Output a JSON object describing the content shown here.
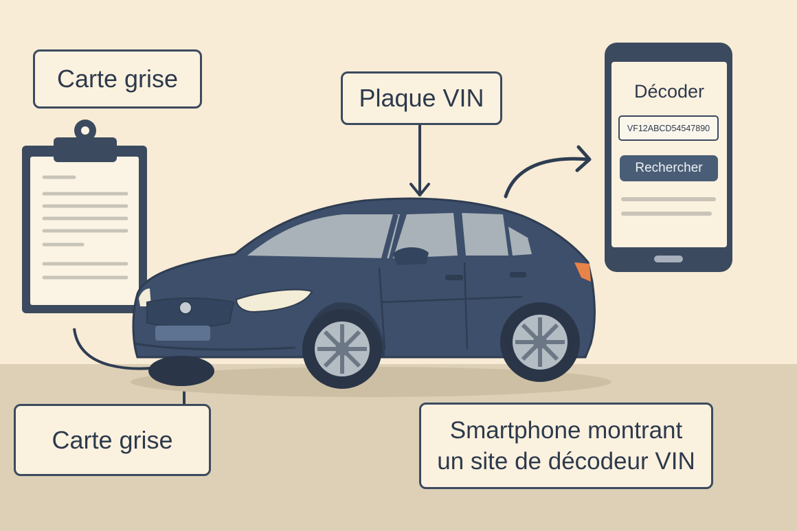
{
  "labels": {
    "carte_grise_top": "Carte grise",
    "plaque_vin": "Plaque VIN",
    "carte_grise_bottom": "Carte grise",
    "smartphone_line1": "Smartphone montrant",
    "smartphone_line2": "un site de décodeur VIN"
  },
  "phone": {
    "title": "Décoder",
    "vin_value": "VF12ABCD54547890",
    "search_button": "Rechercher"
  },
  "colors": {
    "background": "#f8ecd6",
    "ground": "#ddd0b6",
    "car_body": "#3d4f6b",
    "outline": "#2f3d52",
    "label_fill": "#fbf1df",
    "tail_light": "#e8834a"
  }
}
